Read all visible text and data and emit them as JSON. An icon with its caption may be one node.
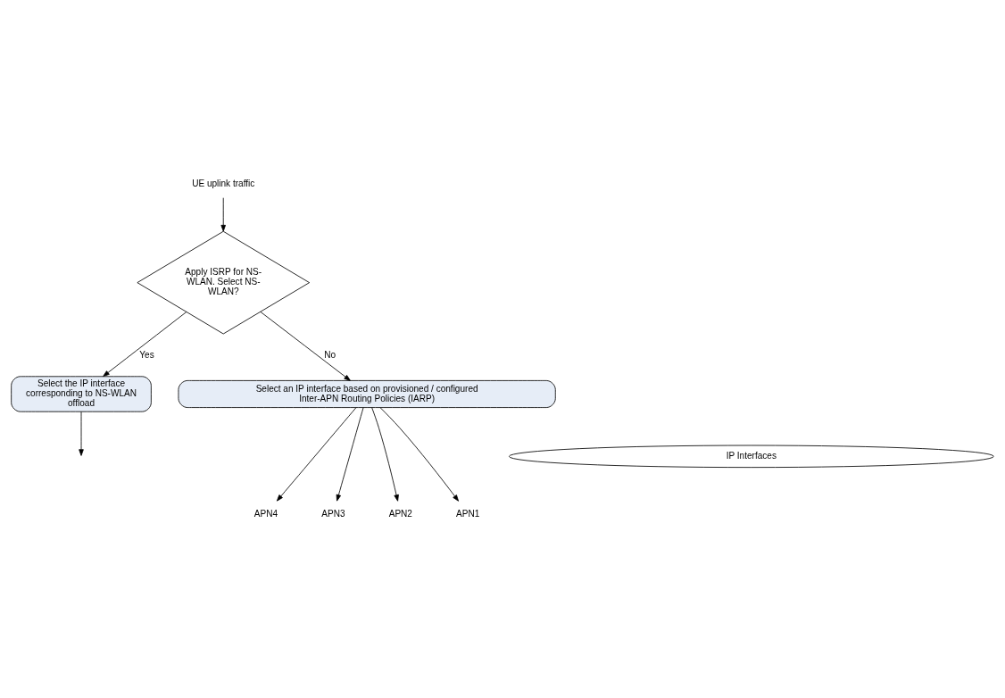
{
  "diagram": {
    "nodes": [
      {
        "text": [
          "UE uplink traffic"
        ]
      },
      {
        "text": [
          "Apply ISRP for NS-WLAN. Select NS-WLAN?"
        ]
      },
      {
        "text": [
          "Select the IP interface corresponding to NS-WLAN offload"
        ]
      },
      {
        "text": [
          "Select an IP interface based on provisioned / configured Inter-APN Routing Policies (IARP)"
        ]
      },
      {
        "text": [
          "IP Interfaces"
        ]
      },
      {
        "text": [
          "APN4"
        ]
      },
      {
        "text": [
          "APN3"
        ]
      },
      {
        "text": [
          "APN2"
        ]
      },
      {
        "text": [
          "APN1"
        ]
      }
    ],
    "edges": [
      {
        "from": 0,
        "to": 1,
        "arrow": "to"
      },
      {
        "from": 1,
        "to": 2,
        "arrow": "to",
        "label": "Yes"
      },
      {
        "from": 1,
        "to": 3,
        "arrow": "to",
        "label": "No"
      },
      {
        "from": 2,
        "to": null,
        "arrow": "to"
      },
      {
        "from": 3,
        "to": 5,
        "arrow": "to"
      },
      {
        "from": 3,
        "to": 6,
        "arrow": "to"
      },
      {
        "from": 3,
        "to": 7,
        "arrow": "to"
      },
      {
        "from": 3,
        "to": 8,
        "arrow": "to"
      }
    ]
  }
}
